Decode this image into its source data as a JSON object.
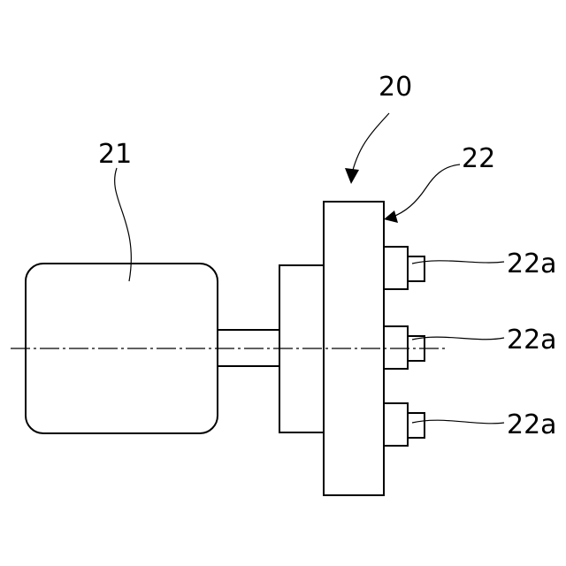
{
  "diagram": {
    "labels": {
      "assembly": "20",
      "motor": "21",
      "flange": "22",
      "outlet_top": "22a",
      "outlet_middle": "22a",
      "outlet_bottom": "22a"
    },
    "colors": {
      "line": "#000000",
      "background": "#ffffff"
    }
  }
}
